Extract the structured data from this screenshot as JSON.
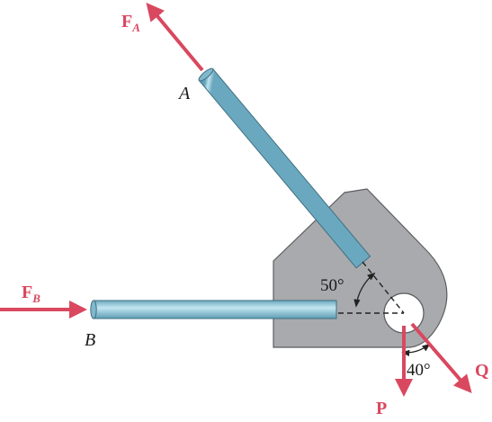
{
  "diagram": {
    "forces": {
      "fa": {
        "letter": "F",
        "sub": "A"
      },
      "fb": {
        "letter": "F",
        "sub": "B"
      },
      "p": "P",
      "q": "Q"
    },
    "points": {
      "a": "A",
      "b": "B"
    },
    "angles": {
      "upper": "50°",
      "lower": "40°"
    },
    "colors": {
      "force": "#d9485f",
      "plate": "#a9aaad",
      "rod": "#8fc6da",
      "rod_dark": "#5a9ab1",
      "dashed": "#222222"
    }
  }
}
